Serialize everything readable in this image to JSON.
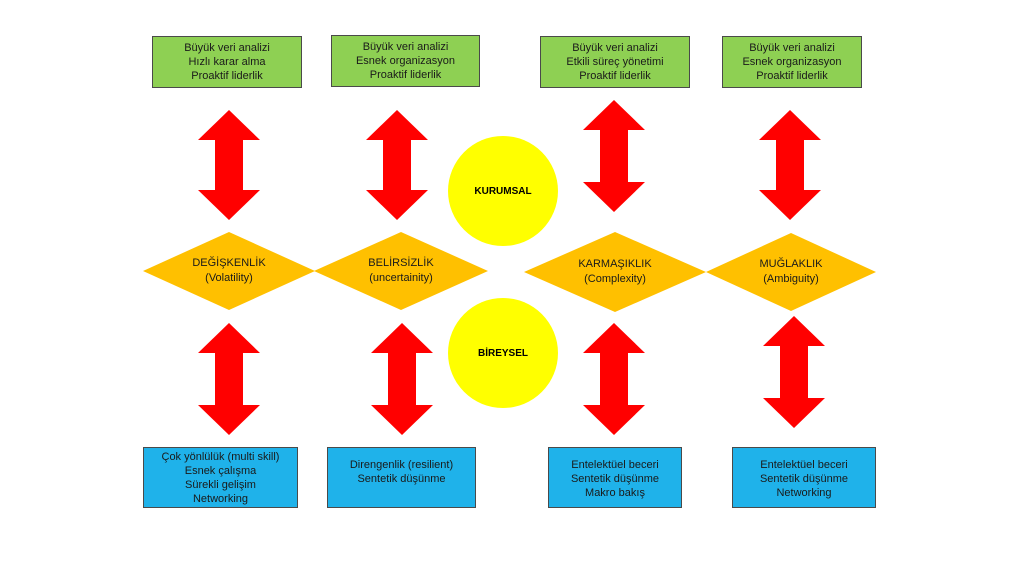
{
  "colors": {
    "top_box": "#8ed053",
    "bottom_box": "#1fb2ea",
    "diamond": "#ffc000",
    "circle": "#ffff00",
    "arrow": "#ff0000"
  },
  "centers": {
    "top": "KURUMSAL",
    "bottom": "BİREYSEL"
  },
  "columns": [
    {
      "top_box": [
        "Büyük veri analizi",
        "Hızlı karar alma",
        "Proaktif liderlik"
      ],
      "factor": "DEĞİŞKENLİK",
      "factor_en": "(Volatility)",
      "bottom_box": [
        "Çok yönlülük (multi skill)",
        "Esnek çalışma",
        "Sürekli gelişim",
        "Networking"
      ]
    },
    {
      "top_box": [
        "Büyük veri analizi",
        "Esnek organizasyon",
        "Proaktif liderlik"
      ],
      "factor": "BELİRSİZLİK",
      "factor_en": "(uncertainity)",
      "bottom_box": [
        "Direngenlik (resilient)",
        "Sentetik düşünme"
      ]
    },
    {
      "top_box": [
        "Büyük veri analizi",
        "Etkili süreç yönetimi",
        "Proaktif liderlik"
      ],
      "factor": "KARMAŞIKLIK",
      "factor_en": "(Complexity)",
      "bottom_box": [
        "Entelektüel beceri",
        "Sentetik düşünme",
        "Makro bakış"
      ]
    },
    {
      "top_box": [
        "Büyük veri analizi",
        "Esnek organizasyon",
        "Proaktif liderlik"
      ],
      "factor": "MUĞLAKLIK",
      "factor_en": "(Ambiguity)",
      "bottom_box": [
        "Entelektüel beceri",
        "Sentetik düşünme",
        "Networking"
      ]
    }
  ]
}
